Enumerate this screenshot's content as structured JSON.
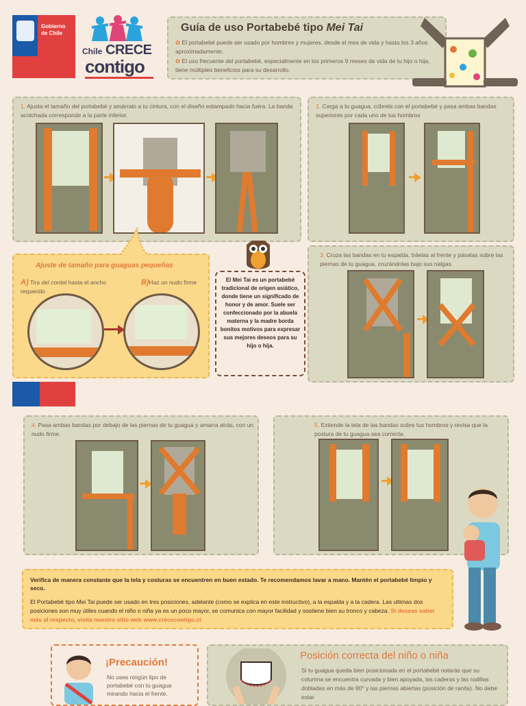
{
  "header": {
    "gov_line1": "Gobierno",
    "gov_line2": "de Chile",
    "brand_chile": "Chile",
    "brand_crece": "CRECE",
    "brand_contigo": "contigo",
    "title_main": "Guía de uso Portabebé tipo ",
    "title_italic": "Mei Tai",
    "bullet1": "El portabebé puede ser usado por hombres y mujeres, desde el mes de vida y hasta los 3 años aproximadamente.",
    "bullet2": "El uso frecuente del portabebé, especialmente en los primeros 9 meses de vida de tu hijo o hija, tiene múltiples beneficios para su desarrollo."
  },
  "steps": {
    "s1_num": "1.",
    "s1": " Ajusta el tamaño del portabebé y amárralo a tu cintura, con el diseño estampado hacia fuera. La banda acolchada corresponde a la parte inferior.",
    "s2_num": "2.",
    "s2": " Carga a tu guagua, cúbrela con el portabebé y pasa ambas bandas superiores por cada uno de tus hombros",
    "s3_num": "3.",
    "s3": " Cruza las bandas en tu espalda, tráelas al frente y pásalas sobre las piernas de tu guagua, cruzándolas bajo sus nalgas.",
    "s4_num": "4.",
    "s4": " Pasa ambas bandas por debajo de las piernas de tu guagua y amarra atrás, con un nudo firme.",
    "s5_num": "5.",
    "s5": " Extiende la tela de las bandas sobre tus hombros y revisa que la postura de tu guagua sea correcta."
  },
  "adjust": {
    "title": "Ajuste de tamaño para guaguas pequeñas",
    "a_label": "A)",
    "a_text": " Tira del cordel hasta el ancho requerido",
    "b_label": "B)",
    "b_text": "Haz un nudo firme"
  },
  "owl_note": "El Mei Tai es un portabebé tradicional de origen asiático, donde tiene un significado de honor y de amor. Suele ser confeccionado por la abuela materna y la madre borda bonitos motivos para expresar sus mejores deseos para su hijo o hija.",
  "notice": {
    "bold1": "Verifica de manera constante que la tela y costuras se encuentren en buen estado. Te recomendamos lavar a mano. Mantén el portabebé limpio y seco.",
    "body": "El Portabebé tipo Mei Tai puede ser usado en tres posiciones, adelante (como se explica en este instructivo), a la espalda y a la cadera. Las ultimas dos posiciones son muy útiles cuando el niño o niña ya es un poco mayor, se comunica con mayor facilidad y sostiene bien su tronco y cabeza.",
    "link": " Si deseas saber más al respecto, visita nuestro sitio web www.crececontigo.cl"
  },
  "caution": {
    "title": "¡Precaución!",
    "text": "No uses ningún tipo de portabebé con tu guagua mirando hacia el frente."
  },
  "position": {
    "title": "Posición correcta del niño o niña",
    "text": "Si tu guagua queda bien posicionada en el portabebé notarás que su columna se encuentra curvada y bien apoyada, las caderas y las rodillas dobladas en más de 90° y las piernas abiertas (posición de ranita). No debe estar"
  },
  "colors": {
    "panel": "#dcd9c3",
    "accent": "#e0783a",
    "adjust_bg": "#fbd98a",
    "flag_blue": "#1a5aa8",
    "flag_red": "#e04040"
  }
}
